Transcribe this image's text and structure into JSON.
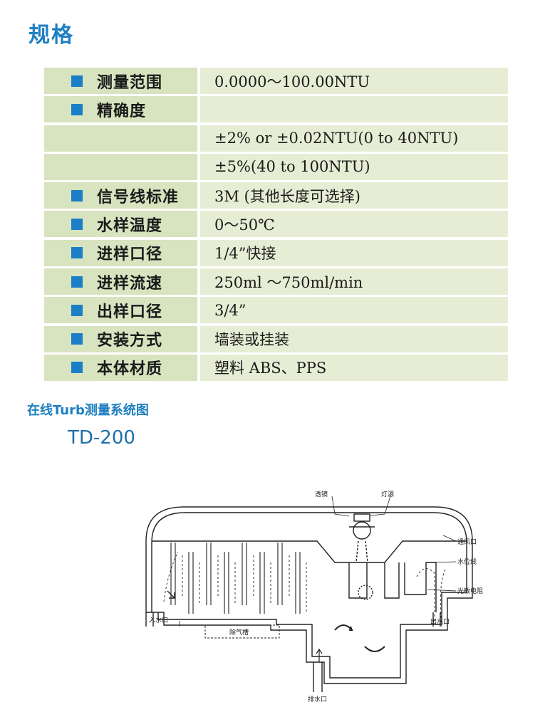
{
  "title": "规格",
  "specs": [
    {
      "label": "测量范围",
      "value": "0.0000～100.00NTU",
      "bullet": true
    },
    {
      "label": "精确度",
      "value": "",
      "bullet": true
    },
    {
      "label": "",
      "value": "±2% or ±0.02NTU(0 to 40NTU)",
      "bullet": false
    },
    {
      "label": "",
      "value": "±5%(40 to 100NTU)",
      "bullet": false
    },
    {
      "label": "信号线标准",
      "value": "3M (其他长度可选择)",
      "bullet": true
    },
    {
      "label": "水样温度",
      "value": "0～50℃",
      "bullet": true
    },
    {
      "label": "进样口径",
      "value": "1/4”快接",
      "bullet": true
    },
    {
      "label": "进样流速",
      "value": "250ml ～750ml/min",
      "bullet": true
    },
    {
      "label": "出样口径",
      "value": "3/4”",
      "bullet": true
    },
    {
      "label": "安装方式",
      "value": "墙装或挂装",
      "bullet": true
    },
    {
      "label": "本体材质",
      "value": "塑料 ABS、PPS",
      "bullet": true
    }
  ],
  "diagram": {
    "title": "在线Turb测量系统图",
    "model": "TD-200",
    "labels": {
      "lens": "透镜",
      "light_source": "灯源",
      "vent": "通风口",
      "water_level": "水位线",
      "photoresistor": "光敏电阻",
      "degas_tank": "除气槽",
      "inlet": "入水口",
      "outlet": "出水口",
      "drain": "排水口"
    }
  },
  "colors": {
    "title": "#1f7fc0",
    "bullet": "#1a7fc6",
    "row_left": "#d8e3bf",
    "row_right": "#e6edd4"
  }
}
